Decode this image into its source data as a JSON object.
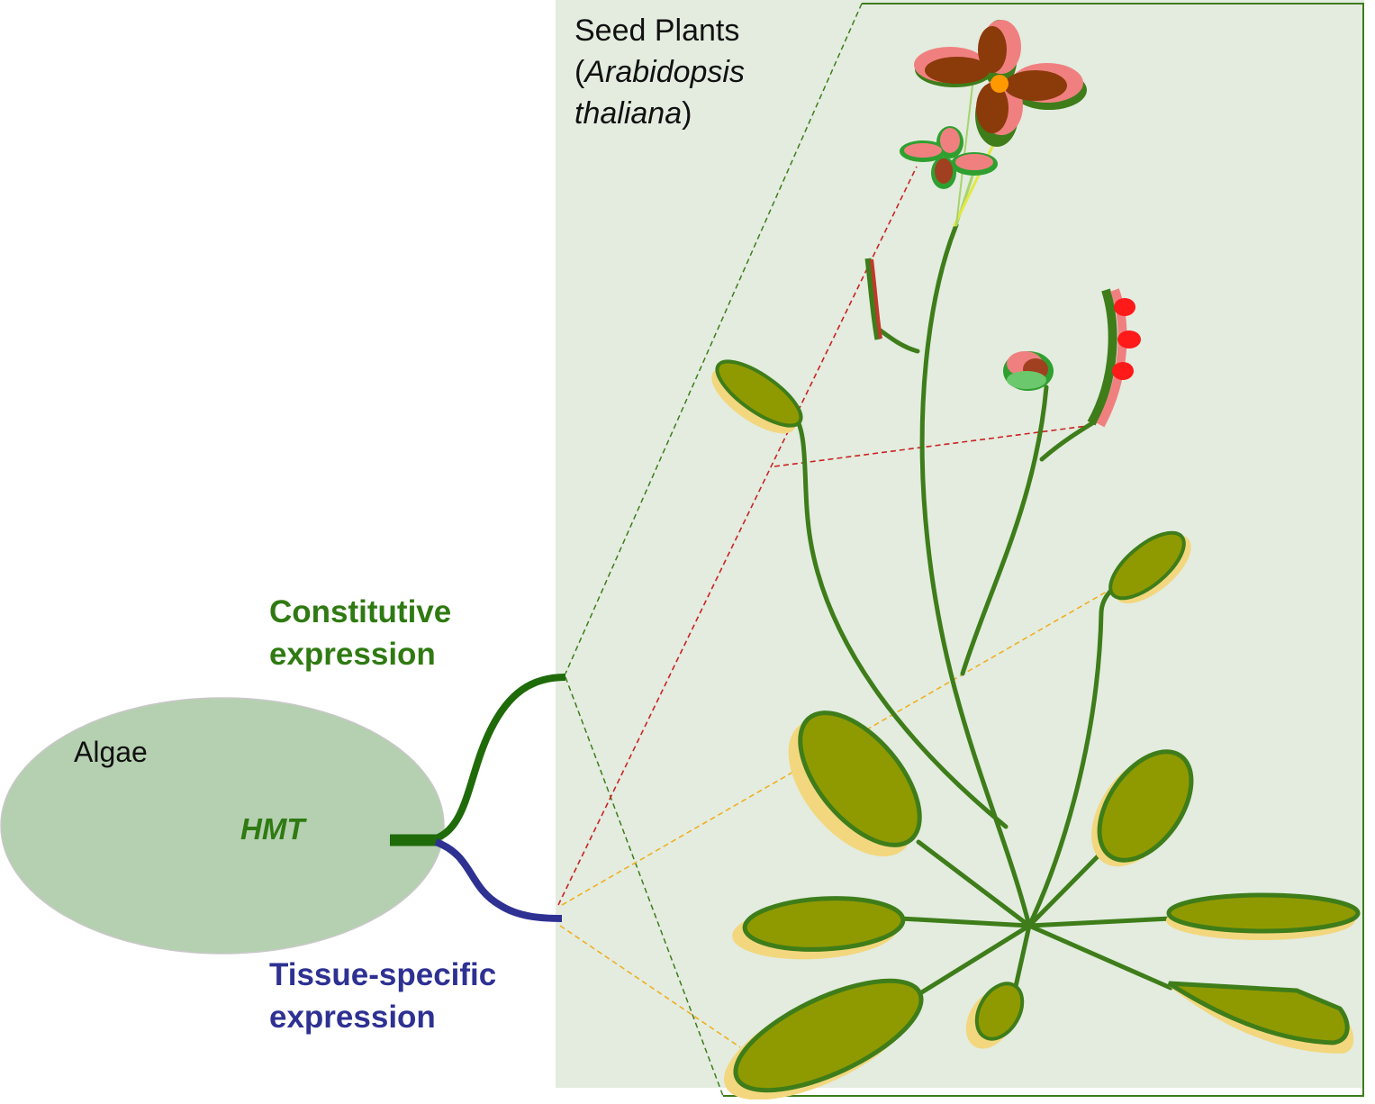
{
  "panel": {
    "title_line1": "Seed Plants",
    "title_paren_open": "(",
    "title_species_part1": "Arabidopsis",
    "title_species_part2": "thaliana",
    "title_paren_close": ")"
  },
  "algae": {
    "label": "Algae",
    "gene": "HMT"
  },
  "branches": {
    "constitutive_line1": "Constitutive",
    "constitutive_line2": "expression",
    "tissue_line1": "Tissue-specific",
    "tissue_line2": "expression"
  },
  "colors": {
    "panel_bg": "#e3ecdf",
    "algae_fill": "#b5d0b0",
    "stem_green": "#3e7d1a",
    "dark_green": "#1f6b0a",
    "navy": "#2e3192",
    "leaf_olive": "#8f9a00",
    "leaf_shadow": "#f3d77e",
    "petal_pink": "#f08080",
    "petal_brown": "#8b3a0a",
    "red_dash": "#cc2222",
    "yellow_dash": "#f0b020"
  }
}
